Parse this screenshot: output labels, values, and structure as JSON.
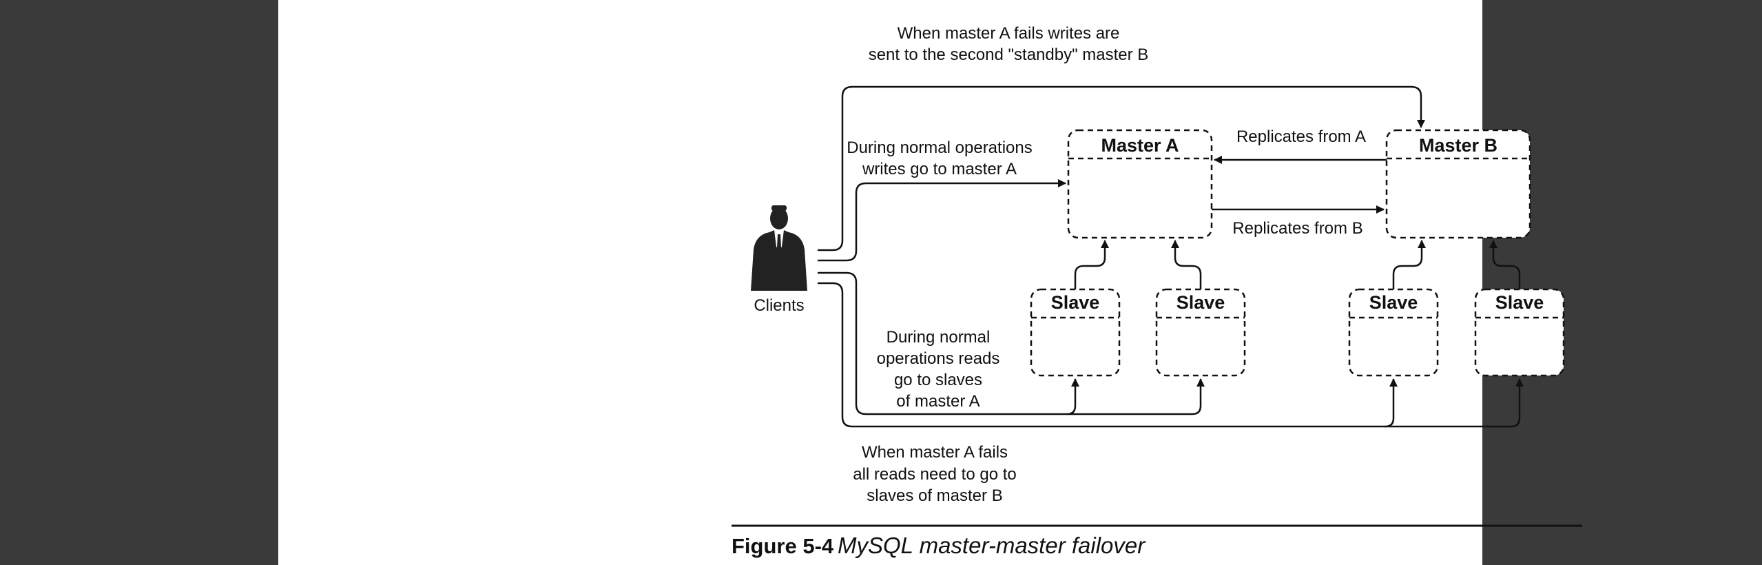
{
  "figure": {
    "number": "Figure 5-4",
    "title": "MySQL master-master failover"
  },
  "actors": {
    "clients": "Clients"
  },
  "nodes": {
    "master_a": "Master A",
    "master_b": "Master B",
    "slave_a1": "Slave",
    "slave_a2": "Slave",
    "slave_b1": "Slave",
    "slave_b2": "Slave"
  },
  "labels": {
    "failover_writes": [
      "When master A fails writes are",
      "sent to the second \"standby\" master B"
    ],
    "normal_writes": [
      "During normal operations",
      "writes go to master A"
    ],
    "replicates_from_a": "Replicates from A",
    "replicates_from_b": "Replicates from B",
    "normal_reads": [
      "During normal",
      "operations reads",
      "go to slaves",
      "of master A"
    ],
    "failover_reads": [
      "When master A fails",
      "all reads need to go to",
      "slaves of master B"
    ]
  }
}
